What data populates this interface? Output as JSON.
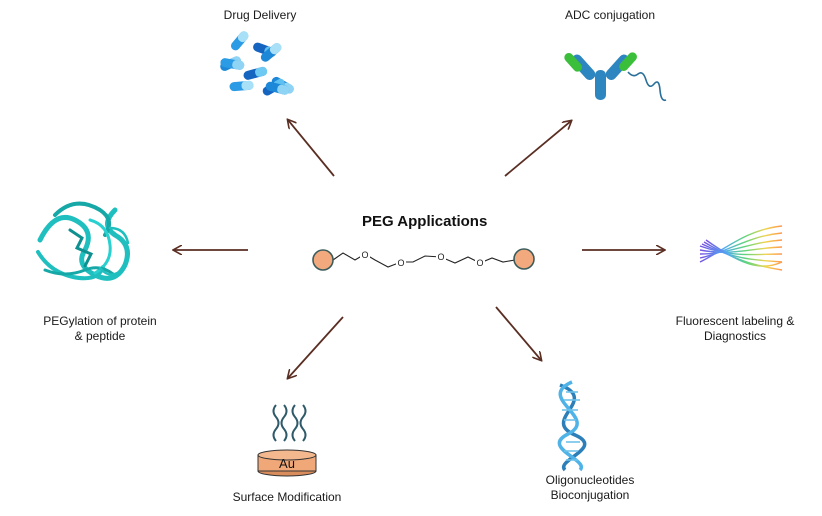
{
  "center": {
    "title": "PEG Applications",
    "ether_atom": "O"
  },
  "applications": {
    "drug_delivery": "Drug Delivery",
    "adc_conjugation": "ADC conjugation",
    "pegylation": {
      "line1": "PEGylation of protein",
      "line2": "& peptide"
    },
    "fluorescent": {
      "line1": "Fluorescent labeling &",
      "line2": "Diagnostics"
    },
    "surface": "Surface Modification",
    "oligo": {
      "line1": "Oligonucleotides",
      "line2": "Bioconjugation"
    }
  },
  "gold_label": "Au",
  "icons": [
    "capsules-icon",
    "antibody-icon",
    "protein-ribbon-icon",
    "spectrum-wave-icon",
    "gold-surface-icon",
    "dna-helix-icon"
  ],
  "colors": {
    "arrow": "#5a2e22",
    "end_group": "#f2a97e",
    "capsule_blue": "#1e88d8",
    "capsule_light": "#8fd3f5",
    "antibody_blue": "#2e86c1",
    "antibody_green": "#3bbf3b",
    "protein": "#1fbfbf",
    "dna": "#3aa0d8",
    "gold": "#f0a878"
  }
}
